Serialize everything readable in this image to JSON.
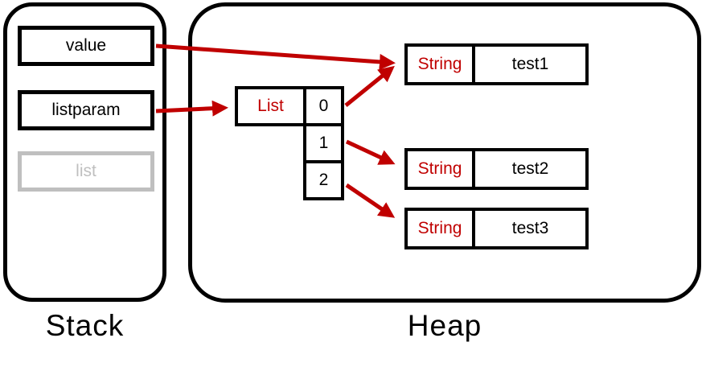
{
  "stack": {
    "label": "Stack",
    "variables": [
      {
        "name": "value",
        "state": "active"
      },
      {
        "name": "listparam",
        "state": "active"
      },
      {
        "name": "list",
        "state": "inactive"
      }
    ]
  },
  "heap": {
    "label": "Heap",
    "list_object": {
      "type_label": "List",
      "indices": [
        "0",
        "1",
        "2"
      ]
    },
    "string_objects": [
      {
        "type_label": "String",
        "value": "test1"
      },
      {
        "type_label": "String",
        "value": "test2"
      },
      {
        "type_label": "String",
        "value": "test3"
      }
    ]
  },
  "colors": {
    "arrow_red": "#c00000",
    "type_text_red": "#c00000",
    "inactive_gray": "#bfbfbf"
  }
}
